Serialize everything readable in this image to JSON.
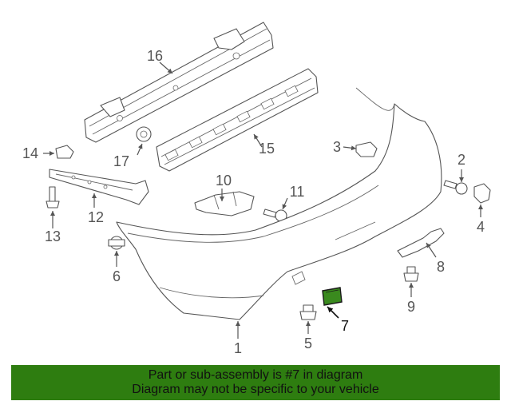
{
  "callouts": {
    "c1": "1",
    "c2": "2",
    "c3": "3",
    "c4": "4",
    "c5": "5",
    "c6": "6",
    "c7": "7",
    "c8": "8",
    "c9": "9",
    "c10": "10",
    "c11": "11",
    "c12": "12",
    "c13": "13",
    "c14": "14",
    "c15": "15",
    "c16": "16",
    "c17": "17"
  },
  "highlight": {
    "part": "7",
    "color": "#3a8a1e"
  },
  "colors": {
    "banner": "#2e7d10",
    "linework": "#555555"
  },
  "banner": {
    "line1": "Part or sub-assembly is #7 in diagram",
    "line2": "Diagram may not be specific to your vehicle"
  }
}
